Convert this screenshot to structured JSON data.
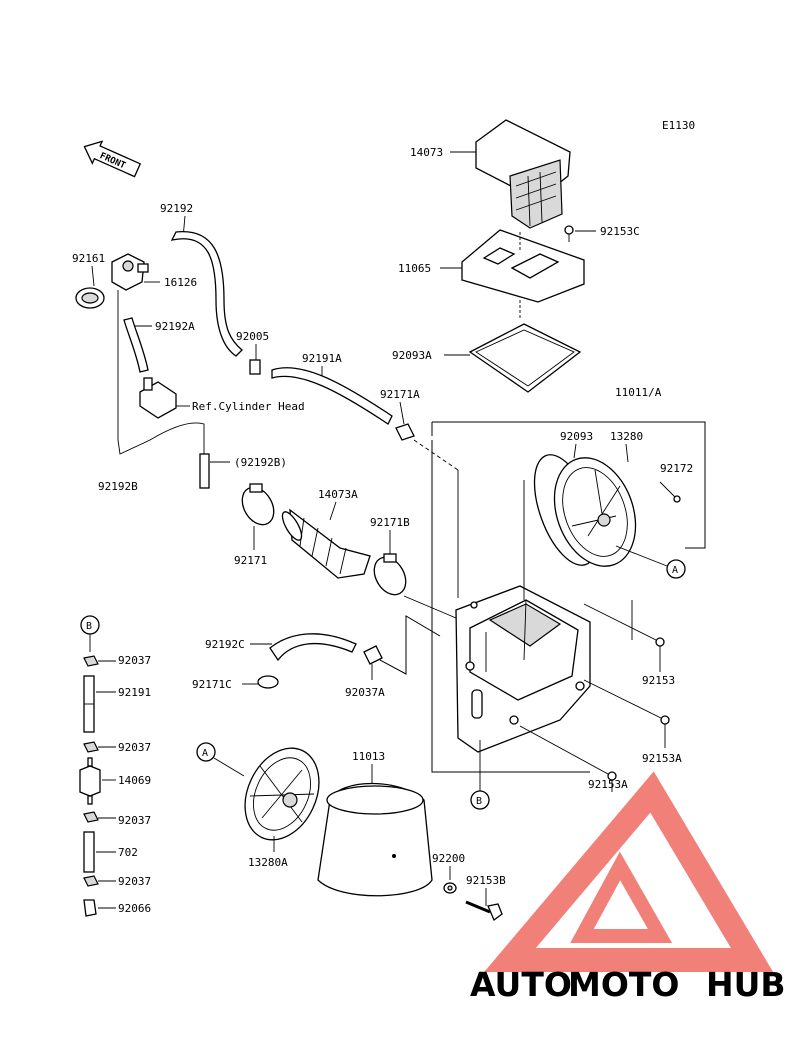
{
  "diagram_id": "E1130",
  "front_label": "FRONT",
  "ref_label": "Ref.Cylinder Head",
  "callouts": {
    "p14073": "14073",
    "p92153C": "92153C",
    "p11065": "11065",
    "p92093A": "92093A",
    "p11011A": "11011/A",
    "p92093": "92093",
    "p13280": "13280",
    "p92172": "92172",
    "p92192": "92192",
    "p92161": "92161",
    "p16126": "16126",
    "p92192A": "92192A",
    "p92005": "92005",
    "p92191A": "92191A",
    "p92171A": "92171A",
    "p92192B": "92192B",
    "p92192B_paren": "(92192B)",
    "p14073A": "14073A",
    "p92171B": "92171B",
    "p92171": "92171",
    "p92192C": "92192C",
    "p92171C": "92171C",
    "p92037A": "92037A",
    "p92153": "92153",
    "p92153A_1": "92153A",
    "p92153A_2": "92153A",
    "p11013": "11013",
    "p13280A": "13280A",
    "p92200": "92200",
    "p92153B": "92153B"
  },
  "left_column": [
    "92037",
    "92191",
    "92037",
    "14069",
    "92037",
    "702",
    "92037",
    "92066"
  ],
  "markers": {
    "A": "A",
    "B": "B"
  },
  "watermark": {
    "part1": "AUTO",
    "part2": "MOTO",
    "part3": "HUB"
  },
  "colors": {
    "watermark_orange": "#f2a65a",
    "watermark_red": "#ef6a62",
    "watermark_grey": "#8a8a8a"
  }
}
